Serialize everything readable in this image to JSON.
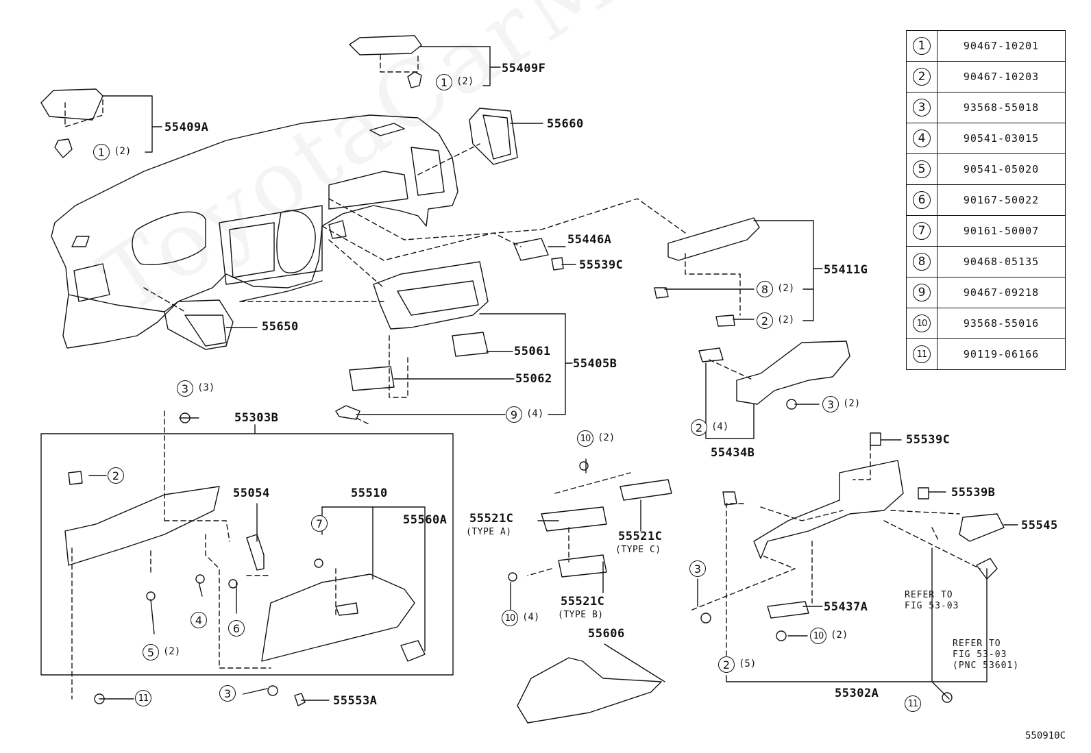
{
  "watermark": "ToyotaCarMine",
  "figure_code": "550910C",
  "legend": [
    {
      "num": "1",
      "part": "90467-10201"
    },
    {
      "num": "2",
      "part": "90467-10203"
    },
    {
      "num": "3",
      "part": "93568-55018"
    },
    {
      "num": "4",
      "part": "90541-03015"
    },
    {
      "num": "5",
      "part": "90541-05020"
    },
    {
      "num": "6",
      "part": "90167-50022"
    },
    {
      "num": "7",
      "part": "90161-50007"
    },
    {
      "num": "8",
      "part": "90468-05135"
    },
    {
      "num": "9",
      "part": "90467-09218"
    },
    {
      "num": "10",
      "part": "93568-55016"
    },
    {
      "num": "11",
      "part": "90119-06166"
    }
  ],
  "parts": {
    "p55409F": "55409F",
    "p55409A": "55409A",
    "p55660": "55660",
    "p55446A": "55446A",
    "p55539C_top": "55539C",
    "p55411G": "55411G",
    "p55650": "55650",
    "p55061": "55061",
    "p55405B": "55405B",
    "p55062": "55062",
    "p55303B": "55303B",
    "p55434B": "55434B",
    "p55539C_right": "55539C",
    "p55539B": "55539B",
    "p55545": "55545",
    "p55054": "55054",
    "p55510": "55510",
    "p55560A": "55560A",
    "p55521C_a": "55521C",
    "type_a": "(TYPE A)",
    "p55521C_c": "55521C",
    "type_c": "(TYPE C)",
    "p55521C_b": "55521C",
    "type_b": "(TYPE B)",
    "p55606": "55606",
    "p55437A": "55437A",
    "p55553A": "55553A",
    "p55302A": "55302A"
  },
  "callouts": {
    "c1_top": {
      "num": "1",
      "qty": "(2)"
    },
    "c1_left": {
      "num": "1",
      "qty": "(2)"
    },
    "c8": {
      "num": "8",
      "qty": "(2)"
    },
    "c2_top": {
      "num": "2",
      "qty": "(2)"
    },
    "c9": {
      "num": "9",
      "qty": "(4)"
    },
    "c3_a": {
      "num": "3",
      "qty": "(3)"
    },
    "c3_b": {
      "num": "3",
      "qty": "(2)"
    },
    "c2_c": {
      "num": "2",
      "qty": "(4)"
    },
    "c2_box": {
      "num": "2"
    },
    "c7": {
      "num": "7"
    },
    "c4": {
      "num": "4"
    },
    "c6": {
      "num": "6"
    },
    "c5": {
      "num": "5",
      "qty": "(2)"
    },
    "c10_top": {
      "num": "10",
      "qty": "(2)"
    },
    "c10_mid": {
      "num": "10",
      "qty": "(4)"
    },
    "c3_r": {
      "num": "3"
    },
    "c10_r": {
      "num": "10",
      "qty": "(2)"
    },
    "c2_r": {
      "num": "2",
      "qty": "(5)"
    },
    "c11_l": {
      "num": "11"
    },
    "c3_bot": {
      "num": "3"
    },
    "c11_r": {
      "num": "11"
    }
  },
  "notes": {
    "refer1_l1": "REFER TO",
    "refer1_l2": "FIG 53-03",
    "refer2_l1": "REFER TO",
    "refer2_l2": "FIG 53-03",
    "refer2_l3": "(PNC 53601)"
  }
}
